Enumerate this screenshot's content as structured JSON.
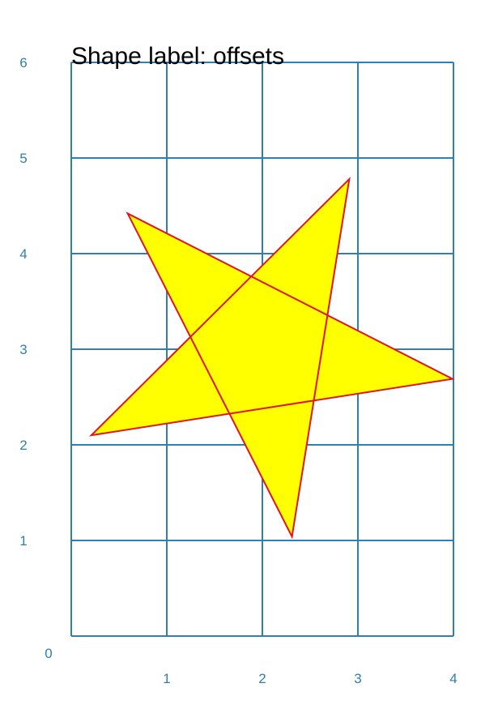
{
  "title": "Shape label: offsets",
  "colors": {
    "grid": "#2f7fb0",
    "tick_text": "#2f7fb0",
    "star_fill": "#ffff00",
    "star_stroke": "#e3141e"
  },
  "grid": {
    "x_range": [
      0,
      4
    ],
    "y_range": [
      0,
      6
    ],
    "x_ticks": [
      "0",
      "1",
      "2",
      "3",
      "4"
    ],
    "y_ticks": [
      "1",
      "2",
      "3",
      "4",
      "5",
      "6"
    ]
  },
  "star": {
    "vertices": [
      [
        0.59,
        4.42
      ],
      [
        3.99,
        2.69
      ],
      [
        0.21,
        2.1
      ],
      [
        2.91,
        4.78
      ],
      [
        2.31,
        1.04
      ]
    ]
  }
}
